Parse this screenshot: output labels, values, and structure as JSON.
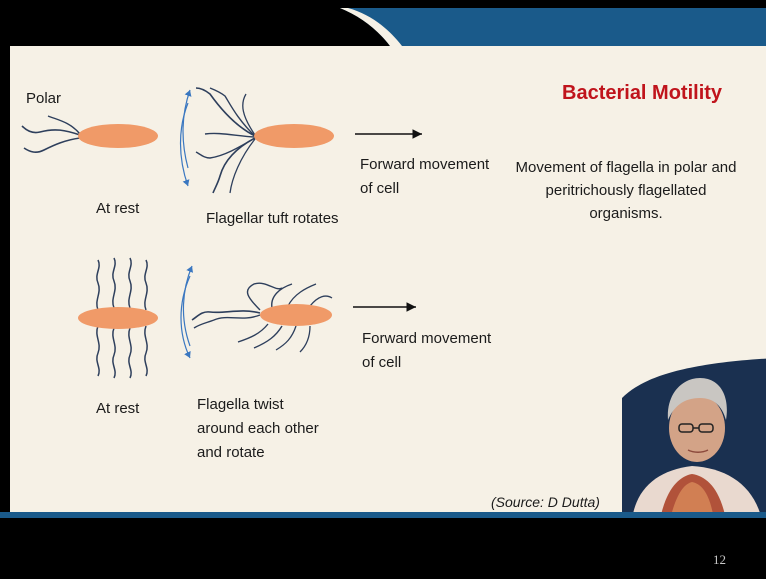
{
  "slide": {
    "title": "Bacterial Motility",
    "labels": {
      "polar": "Polar",
      "at_rest_1": "At rest",
      "flagellar_tuft": "Flagellar tuft rotates",
      "forward_1_line1": "Forward movement",
      "forward_1_line2": "of cell",
      "at_rest_2": "At rest",
      "flagella_twist_line1": "Flagella twist",
      "flagella_twist_line2": "around each other",
      "flagella_twist_line3": "and rotate",
      "forward_2_line1": "Forward movement",
      "forward_2_line2": "of cell"
    },
    "description": [
      "Movement of flagella in polar and",
      "peritrichously flagellated",
      "organisms."
    ],
    "source": "(Source: D Dutta)"
  },
  "footer": {
    "page_number": "12"
  },
  "colors": {
    "slide_bg": "#f6f1e6",
    "title": "#c0141c",
    "cell": "#f09a68",
    "flagella": "#2e3f5c",
    "header_blue": "#1a5a8a"
  }
}
